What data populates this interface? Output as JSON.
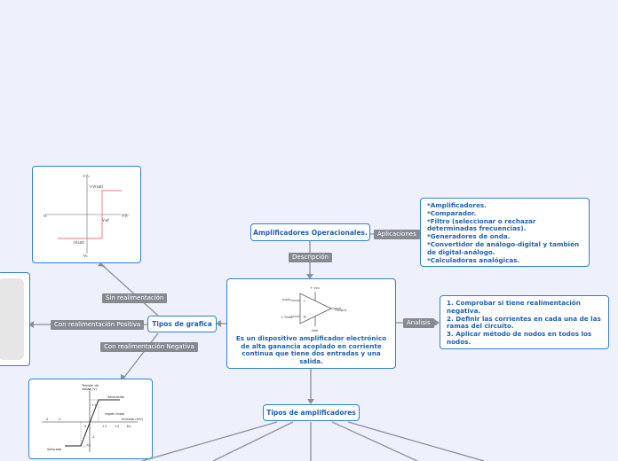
{
  "central": {
    "description": "Es un dispositivo amplificador electrónico de alta ganancia acoplado en corriente continua que tiene dos entradas y una salida.",
    "diagram_labels": {
      "vcc_plus": "+ Vcc",
      "input": "Input",
      "output": "Output",
      "feed": "+ Feed",
      "vee": "-Vee"
    }
  },
  "nodes": {
    "amplificadores": "Amplificadores Operacionales.",
    "tipos_grafica": "Tipos de grafica",
    "tipos_amplificadores": "Tipos de amplificadores"
  },
  "tags": {
    "aplicaciones": "Aplicaciones",
    "descripcion": "Descripción",
    "analisis": "Analisis",
    "sin_realimentacion": "Sin realimentación",
    "con_positiva": "Con realimentación Positiva",
    "con_negativa": "Con realimentación Negativa"
  },
  "aplicaciones_list": [
    "*Amplificadores.",
    "*Comparador.",
    "*Filtro (seleccionar o rechazar determinadas frecuencias).",
    "*Generadores de onda.",
    "*Convertidor de análogo-digital y también de digital-análogo.",
    "*Calculadoras analógicas."
  ],
  "analisis_list": [
    "1. Comprobar si tiene realimentación negativa.",
    "2. Definir las corrientes en cada una de las ramas del circuito.",
    "3. Aplicar método de nodos en todos los nodos."
  ],
  "graph_top_labels": {
    "plus_v": "+V₀",
    "plus_vsat": "+V(sat)",
    "plus_vin": "+Vᵢ",
    "minus_vin": "-Vᵢ",
    "vref": "Vᵣef",
    "minus_vsat": "-V(sat)",
    "minus_v": "-V₀"
  },
  "graph_bottom_labels": {
    "tension": "Tensión de",
    "salida": "salida (V)",
    "saturacion": "Saturación",
    "region": "región lineal",
    "entrada": "Entrada (mV)",
    "saturado": "Saturado",
    "t1": "-2",
    "t2": "-1",
    "t3": "+1",
    "t4": "+2",
    "t5": "0",
    "ex": "Ex",
    "y1": "+1",
    "y2": "-1",
    "y3": "+1"
  },
  "colors": {
    "accent": "#2f7fd6",
    "text": "#1f5fb0",
    "tag": "#858b91",
    "line": "#8a9096",
    "background": "#eef1fb"
  }
}
